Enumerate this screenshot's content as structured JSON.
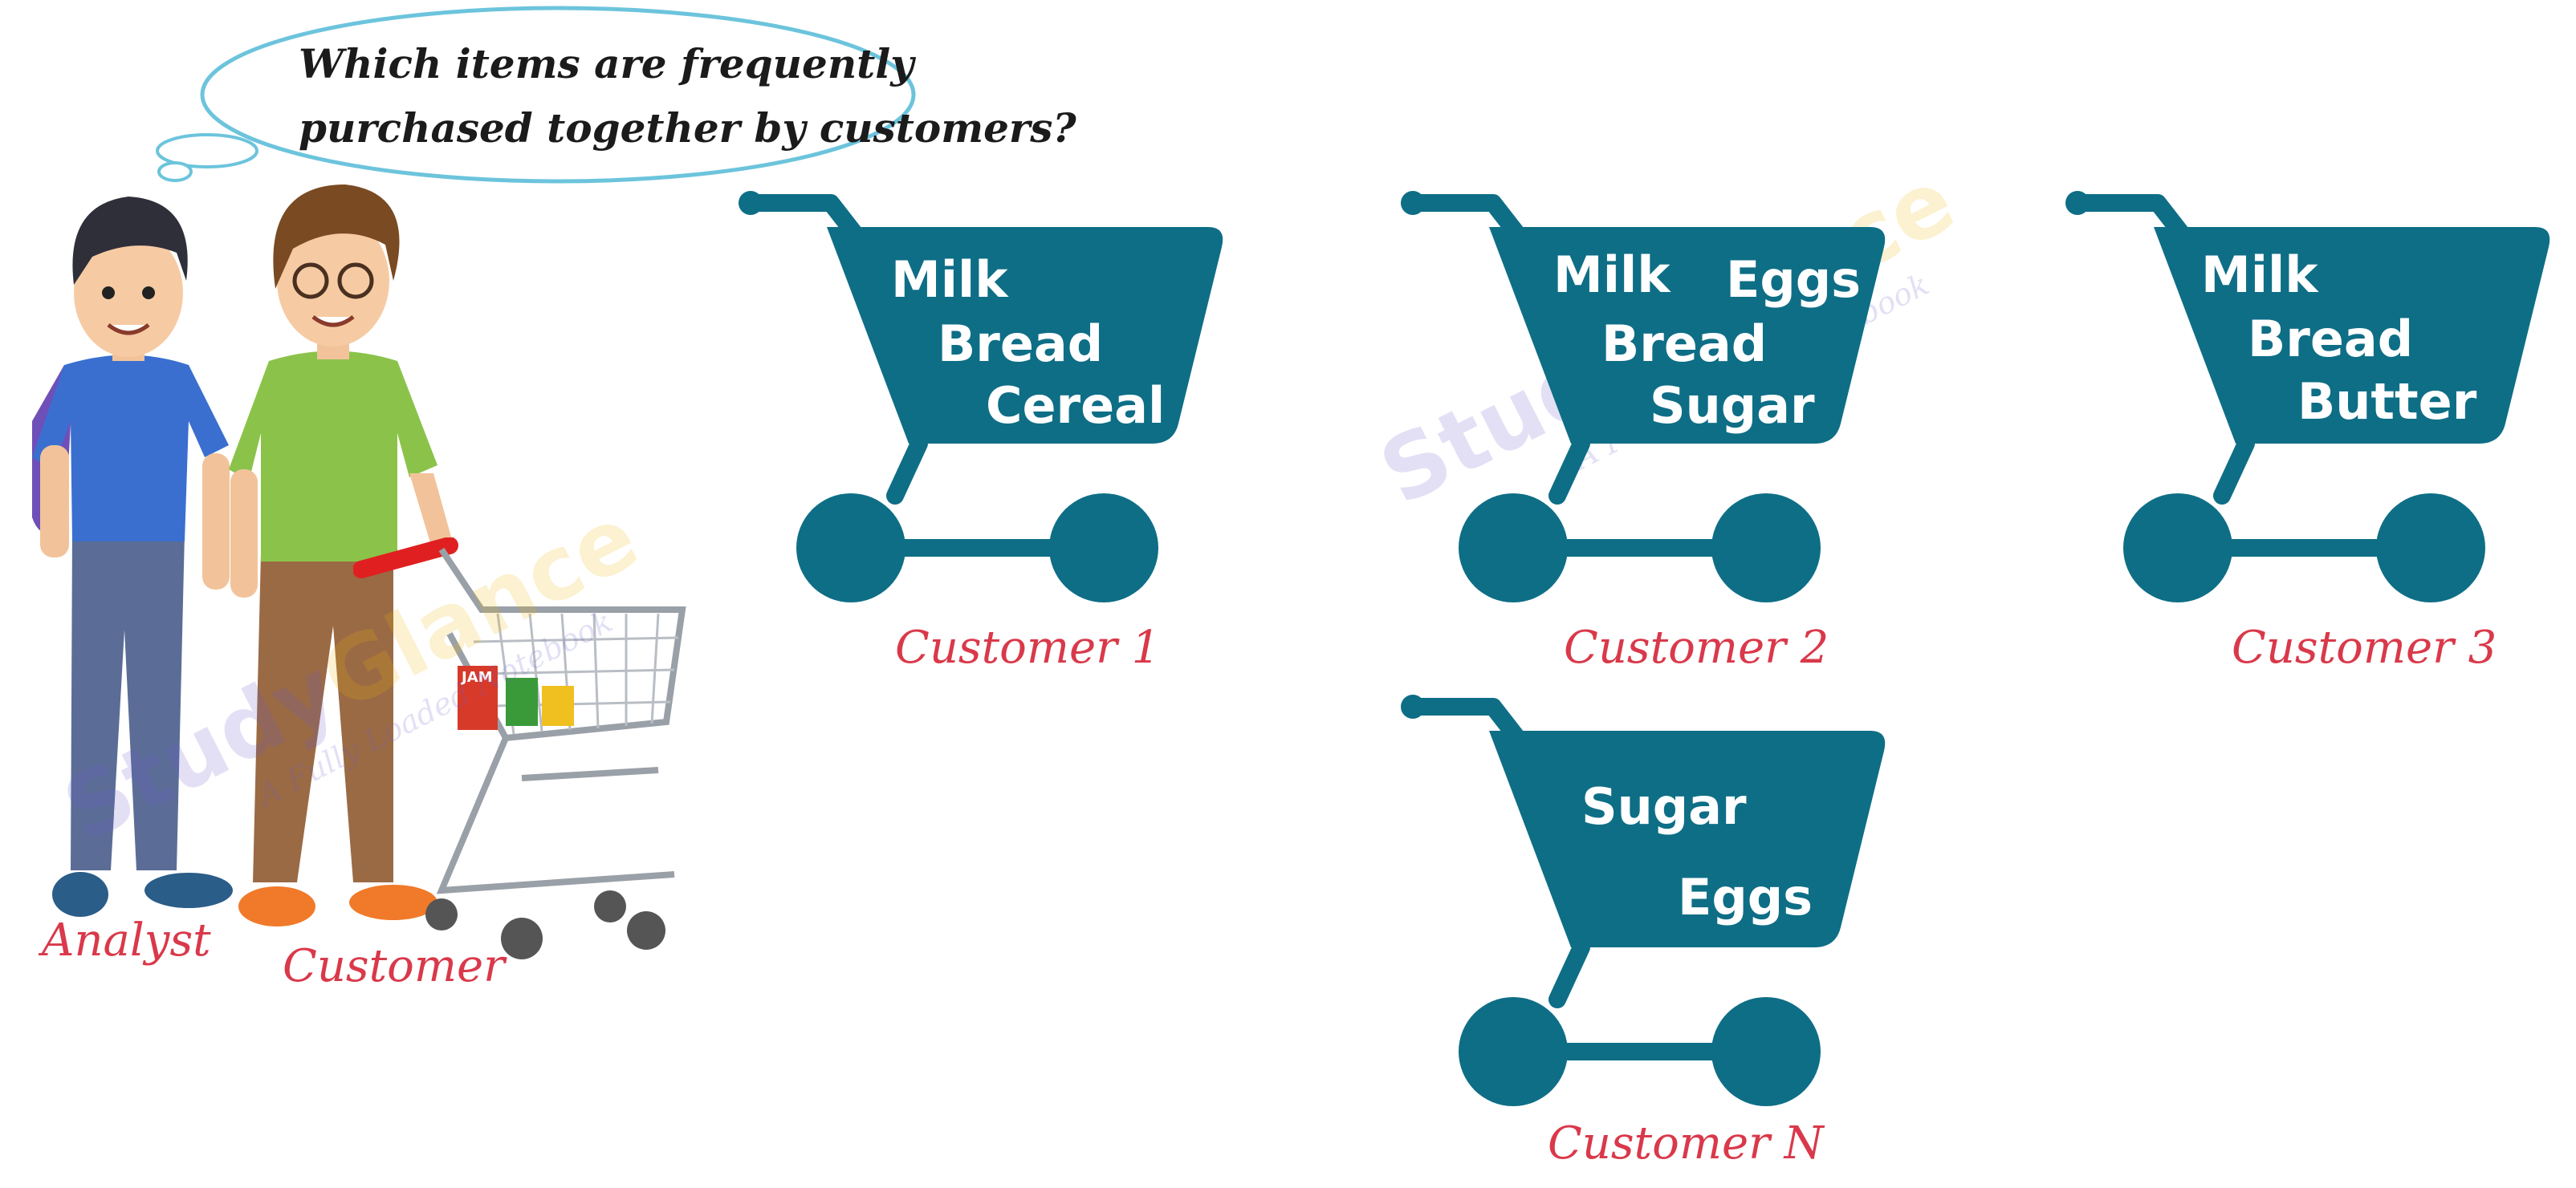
{
  "thought": {
    "line1": "Which items are frequently",
    "line2": "purchased together by customers?"
  },
  "people": {
    "analyst_label": "Analyst",
    "customer_label": "Customer"
  },
  "product_label": "JAM",
  "watermark": {
    "word1": "Study",
    "word2": "Glance",
    "tagline": "A Fully Loaded Notebook"
  },
  "carts": [
    {
      "caption": "Customer 1",
      "items": [
        "Milk",
        "Bread",
        "Cereal"
      ]
    },
    {
      "caption": "Customer 2",
      "items": [
        "Milk",
        "Eggs",
        "Bread",
        "Sugar"
      ]
    },
    {
      "caption": "Customer 3",
      "items": [
        "Milk",
        "Bread",
        "Butter"
      ]
    },
    {
      "caption": "Customer N",
      "items": [
        "Sugar",
        "Eggs"
      ]
    }
  ],
  "colors": {
    "cart": "#0e6e86",
    "caption": "#d9394a",
    "bubble_outline": "#6cc4dc"
  }
}
